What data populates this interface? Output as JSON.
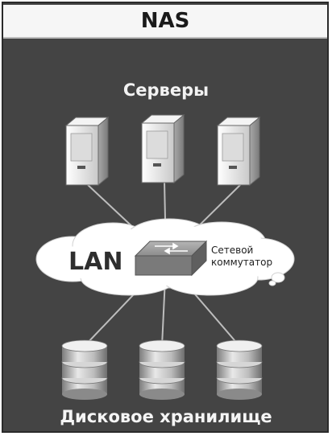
{
  "title": "NAS",
  "servers_label": "Серверы",
  "lan_label": "LAN",
  "switch_label_line1": "Сетевой",
  "switch_label_line2": "коммутатор",
  "storage_label": "Дисковое хранилище",
  "colors": {
    "background": "#444444",
    "title_bar": "#f6f6f6",
    "cloud": "#ffffff",
    "switch": "#8a8a8a",
    "server": "#e6e6e6",
    "disk": "#d9d9d9"
  }
}
